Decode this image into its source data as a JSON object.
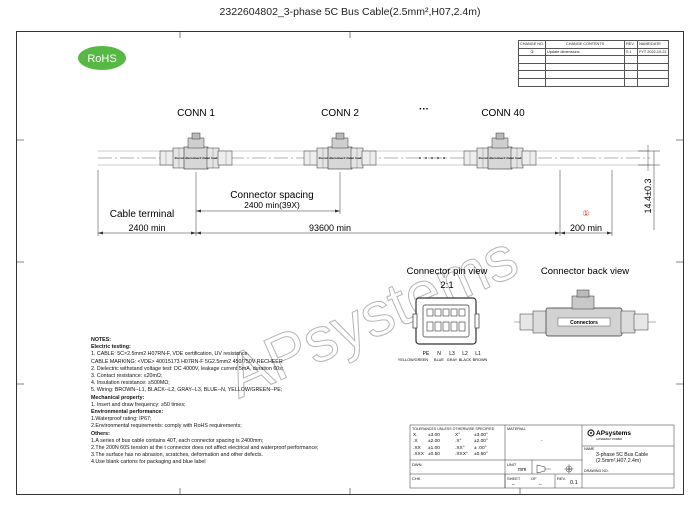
{
  "title": "2322604802_3-phase 5C Bus Cable(2.5mm²,H07,2.4m)",
  "rohs": "RoHS",
  "revision_table": {
    "headers": [
      "CHANGE NO.",
      "CHANGE CONTENTS",
      "REV.",
      "NAME/DATE"
    ],
    "rows": [
      [
        "①",
        "Update dimensions",
        "0.1",
        "FYT 2022-10-21"
      ]
    ]
  },
  "connectors": {
    "conn1": "CONN 1",
    "conn2": "CONN 2",
    "conn40": "CONN 40",
    "ellipsis": "···",
    "warning_label": "Do not disconnect Under load"
  },
  "dimensions": {
    "connector_spacing_label": "Connector spacing",
    "connector_spacing_value": "2400 min(39X)",
    "cable_terminal_label": "Cable terminal",
    "terminal_length": "2400 min",
    "total_length": "93600 min",
    "end_length": "200 min",
    "height": "14.4±0.3",
    "change_marker": "①"
  },
  "pin_view": {
    "title": "Connector pin view",
    "scale": "2:1",
    "pins": [
      "PE",
      "N",
      "L3",
      "L2",
      "L1"
    ],
    "colors": [
      "YELLOW/GREEN",
      "BLUE",
      "GRAY",
      "BLACK",
      "BROWN"
    ]
  },
  "back_view": {
    "title": "Connector back view",
    "brand": "Connectors"
  },
  "watermark": "APsystems",
  "notes": [
    {
      "text": "NOTES:",
      "head": true
    },
    {
      "text": "Electric testing:",
      "head": true
    },
    {
      "text": " 1. CABLE: 5C×2.5mm2 H07RN-F,  VDE certification,  UV resistance.",
      "head": false
    },
    {
      "text": "     CABLE MARKING: <VDE> 40015173 H07RN-F 5G2.5mm2 450/750V RECHEER",
      "head": false
    },
    {
      "text": " 2. Dielectric withstand voltage test: DC 4000V,  leakage current 5mA, duration 60s;",
      "head": false
    },
    {
      "text": " 3. Contact resistance: ≤20mΩ;",
      "head": false
    },
    {
      "text": " 4. Insulation resistance: ≥500MΩ;",
      "head": false
    },
    {
      "text": " 5. Wiring: BROWN--L1,  BLACK--L2,  GRAY--L3,  BLUE--N,  YELLOW/GREEN--PE;",
      "head": false
    },
    {
      "text": "Mechanical property:",
      "head": true
    },
    {
      "text": " 1. Insert and draw frequency: ≥50 times;",
      "head": false
    },
    {
      "text": "Environmental performance:",
      "head": true
    },
    {
      "text": " 1.Waterproof rating: IP67;",
      "head": false
    },
    {
      "text": " 2.Environmental requirements: comply with RoHS requirements;",
      "head": false
    },
    {
      "text": "Others:",
      "head": true
    },
    {
      "text": " 1.A series of bus cable contains 40T, each connector spacing is 2400mm;",
      "head": false
    },
    {
      "text": " 2.The 200N 60S tension at the t connector does not affect electrical and waterproof performance;",
      "head": false
    },
    {
      "text": " 3.The surface has no abrasion, scratches, deformation and other defects.",
      "head": false
    },
    {
      "text": " 4.Use blank cartons for packaging and blue label",
      "head": false
    }
  ],
  "title_block": {
    "tolerances_header": "TOLERANCES UNLESS OTHERWISE SPECIFIED",
    "tolerances": [
      [
        "X.",
        "±3.00",
        "X°",
        "±3.00°"
      ],
      [
        ".X",
        "±2.00",
        ".X°",
        "±2.00°"
      ],
      [
        ".XX",
        "±1.00",
        ".XX°",
        "± .00°"
      ],
      [
        ".XXX",
        "±0.50",
        ".XXX°",
        "±0.50°"
      ]
    ],
    "material_label": "MATERIAL",
    "material_value": "-",
    "company": "APsystems",
    "company_sub": "ALTENERGY POWER",
    "name_label": "NAME",
    "name_value_line1": "3-phase 5C Bus Cable",
    "name_value_line2": "(2.5mm²,H07,2.4m)",
    "dwn_label": "DWN.",
    "chk_label": "CHK.",
    "unit_label": "UNIT",
    "unit_value": "mm",
    "sheet_label": "SHEET",
    "sheet_of": "OF",
    "sheet_blank": "_",
    "rev_label": "REV.",
    "rev_value": "0.1",
    "drawing_no_label": "DRAWING NO."
  }
}
